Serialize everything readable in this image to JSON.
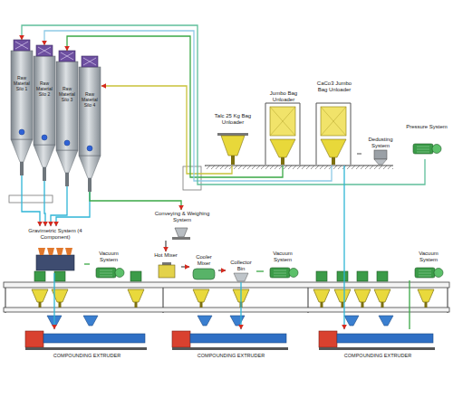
{
  "diagram": {
    "nodes": [
      {
        "text": [
          "Raw Material Silo 1"
        ]
      },
      {
        "text": [
          "Raw Material Silo 2"
        ]
      },
      {
        "text": [
          "Raw Material Silo 3"
        ]
      },
      {
        "text": [
          "Raw Material Silo 4"
        ]
      },
      {
        "text": [
          "Talc 25 Kg Bag Unloader"
        ]
      },
      {
        "text": [
          "Jumbo Bag Unloader"
        ]
      },
      {
        "text": [
          "CaCo3 Jumbo Bag Unloader"
        ]
      },
      {
        "text": [
          "Dedusting System"
        ]
      },
      {
        "text": [
          "Pressure System"
        ]
      },
      {
        "text": [
          "Gravimetric System (4 Component)"
        ]
      },
      {
        "text": [
          "Vacuum System"
        ]
      },
      {
        "text": [
          "Conveying & Weighing System"
        ]
      },
      {
        "text": [
          "Hot Mixer"
        ]
      },
      {
        "text": [
          "Cooler Mixer"
        ]
      },
      {
        "text": [
          "Collector Bin"
        ]
      },
      {
        "text": [
          "Vacuum System"
        ]
      },
      {
        "text": [
          "Vacuum System"
        ]
      },
      {
        "text": [
          "COMPOUNDING EXTRUDER"
        ]
      },
      {
        "text": [
          "COMPOUNDING EXTRUDER"
        ]
      },
      {
        "text": [
          "COMPOUNDING EXTRUDER"
        ]
      }
    ],
    "edges": [
      {
        "from": 0,
        "to": 9,
        "arrow": "to"
      },
      {
        "from": 1,
        "to": 9,
        "arrow": "to"
      },
      {
        "from": 2,
        "to": 9,
        "arrow": "to"
      },
      {
        "from": 3,
        "to": 9,
        "arrow": "to"
      },
      {
        "from": 3,
        "to": 11,
        "arrow": "to"
      },
      {
        "from": 11,
        "to": 12,
        "arrow": "to"
      },
      {
        "from": 12,
        "to": 13,
        "arrow": "to"
      },
      {
        "from": 13,
        "to": 14,
        "arrow": "to"
      },
      {
        "from": 9,
        "to": 17,
        "arrow": "to"
      },
      {
        "from": 14,
        "to": 18,
        "arrow": "to"
      },
      {
        "from": 4,
        "to": 3,
        "arrow": "to"
      },
      {
        "from": 5,
        "to": 2,
        "arrow": "to"
      },
      {
        "from": 6,
        "to": 1,
        "arrow": "to"
      },
      {
        "from": 8,
        "to": 0,
        "arrow": "to"
      },
      {
        "from": 6,
        "to": 19,
        "arrow": "to"
      },
      {
        "from": 7,
        "to": 6,
        "arrow": "none"
      },
      {
        "from": 10,
        "to": 9,
        "arrow": "none"
      },
      {
        "from": 15,
        "to": 14,
        "arrow": "none"
      },
      {
        "from": 16,
        "to": 19,
        "arrow": "none"
      }
    ]
  }
}
